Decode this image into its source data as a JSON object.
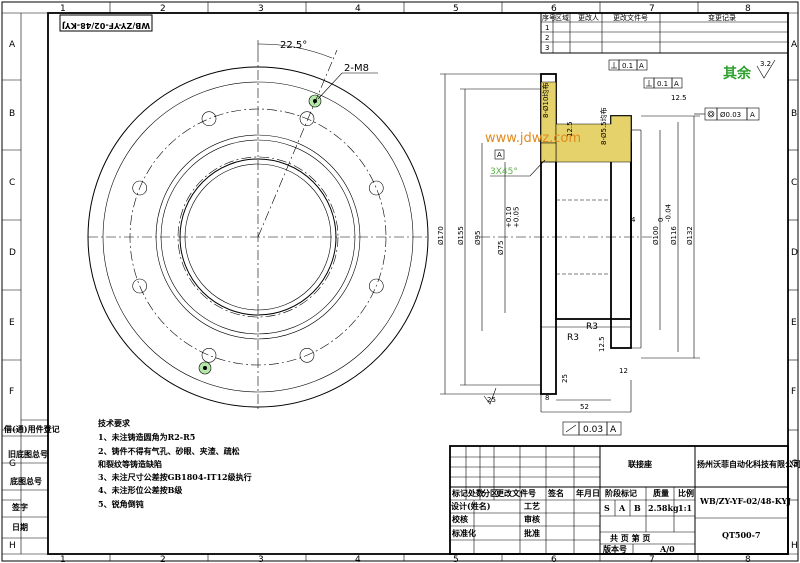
{
  "border": {
    "col_labels": [
      "1",
      "2",
      "3",
      "4",
      "5",
      "6",
      "7",
      "8"
    ],
    "row_labels": [
      "A",
      "B",
      "C",
      "D",
      "E",
      "F",
      "G",
      "H"
    ]
  },
  "drawing_code_mirror": "WB/ZY-YF-02/48-KYJ",
  "left_view": {
    "angle_dim": "22.5°",
    "thread_callout": "2-M8"
  },
  "section_view": {
    "dims_vertical": [
      "Ø170",
      "Ø155",
      "Ø95",
      "Ø75",
      "Ø100",
      "Ø116",
      "Ø132"
    ],
    "tol_75": "+0.10\n+0.05",
    "tol_100": "0\n-0.04",
    "holes_1": "8-Ø10均布",
    "holes_2": "8-Ø5.5均布",
    "chamfer": "3X45°",
    "radius_1": "R3",
    "radius_2": "R3",
    "width_52": "52",
    "dim_12": "12",
    "dim_8": "8",
    "dim_4": "4",
    "rough_125": "12.5",
    "rough_25": "25",
    "watermark": "www.jdwz.com",
    "datum": "A"
  },
  "frames": {
    "perp_1": {
      "value": "0.1",
      "datum": "A"
    },
    "perp_2": {
      "value": "0.1",
      "datum": "A"
    },
    "conc": {
      "value": "Ø0.03",
      "datum": "A"
    },
    "runout": {
      "value": "0.03",
      "datum": "A"
    }
  },
  "rest_surface": {
    "label": "其余",
    "value": "3.2"
  },
  "revision_table": {
    "headers": [
      "序号",
      "区域",
      "更改人",
      "更改文件号",
      "变更记录"
    ],
    "rows": [
      "1",
      "2",
      "3"
    ]
  },
  "tech_req": {
    "title": "技术要求",
    "items": [
      "1、未注铸造圆角为R2-R5",
      "2、铸件不得有气孔、砂眼、夹渣、疏松",
      "和裂纹等铸造缺陷",
      "3、未注尺寸公差按GB1804-IT12级执行",
      "4、未注形位公差按B级",
      "5、锐角倒钝"
    ]
  },
  "left_strip": [
    "借(通)用件登记",
    "旧底图总号",
    "底图总号",
    "签字",
    "日期"
  ],
  "title_block": {
    "part_name": "联接座",
    "company": "扬州沃菲自动化科技有限公司",
    "drawing_no": "WB/ZY-YF-02/48-KYJ",
    "material": "QT500-7",
    "headers": [
      "标记",
      "处数",
      "分区",
      "更改文件号",
      "签名",
      "年月日"
    ],
    "roles": [
      "设计(姓名)",
      "校核",
      "标准化"
    ],
    "roles2": [
      "工艺",
      "审核",
      "批准"
    ],
    "stage_label": "阶段标记",
    "weight_label": "质量",
    "scale_label": "比例",
    "stages": [
      "S",
      "A",
      "B"
    ],
    "weight": "2.58kg",
    "scale": "1:1",
    "sheets": "共  页   第  页",
    "version_label": "版本号",
    "version": "A/0"
  }
}
